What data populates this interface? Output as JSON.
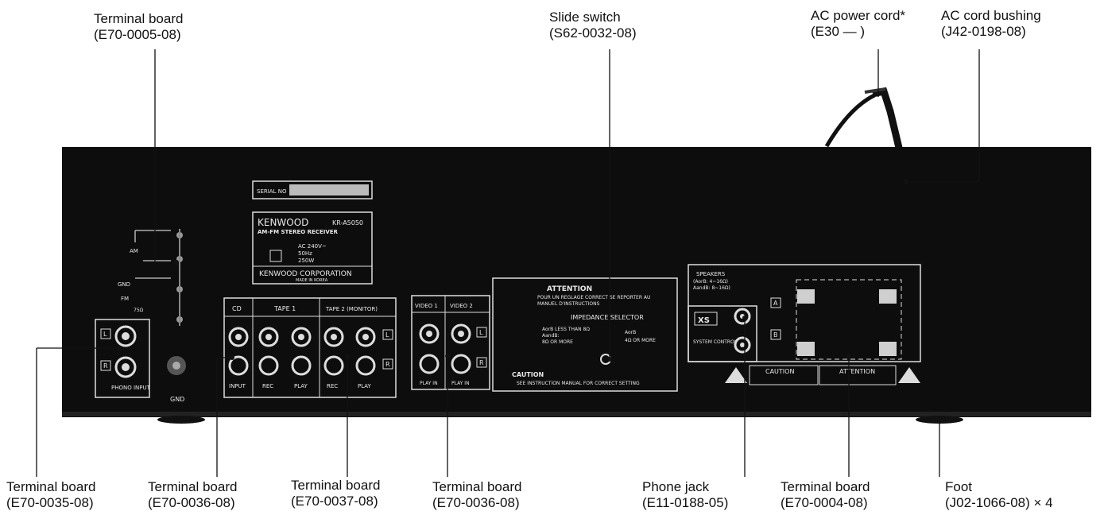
{
  "callouts": {
    "terminal_board_top": {
      "name": "Terminal board",
      "part": "(E70-0005-08)"
    },
    "slide_switch": {
      "name": "Slide switch",
      "part": "(S62-0032-08)"
    },
    "ac_power_cord": {
      "name": "AC power cord*",
      "part": "(E30 — )"
    },
    "ac_cord_bushing": {
      "name": "AC cord bushing",
      "part": "(J42-0198-08)"
    },
    "terminal_board_phono": {
      "name": "Terminal board",
      "part": "(E70-0035-08)"
    },
    "terminal_board_cd": {
      "name": "Terminal board",
      "part": "(E70-0036-08)"
    },
    "terminal_board_tape": {
      "name": "Terminal board",
      "part": "(E70-0037-08)"
    },
    "terminal_board_video": {
      "name": "Terminal board",
      "part": "(E70-0036-08)"
    },
    "phone_jack": {
      "name": "Phone jack",
      "part": "(E11-0188-05)"
    },
    "terminal_board_speakers": {
      "name": "Terminal board",
      "part": "(E70-0004-08)"
    },
    "foot": {
      "name": "Foot",
      "part": "(J02-1066-08) × 4"
    }
  },
  "panel": {
    "serial_label": "SERIAL NO",
    "brand": "KENWOOD",
    "model": "KR-A5050",
    "product": "AM-FM STEREO RECEIVER",
    "ac_rating": "AC 240V~",
    "freq": "50Hz",
    "watts": "250W",
    "corp": "KENWOOD CORPORATION",
    "made_in": "MADE IN KOREA",
    "am": "AM",
    "gnd": "GND",
    "fm": "FM",
    "fm_ohm": "75Ω",
    "phono_input": "PHONO INPUT",
    "cd": "CD",
    "tape1": "TAPE 1",
    "tape2": "TAPE 2 (MONITOR)",
    "input": "INPUT",
    "rec": "REC",
    "play": "PLAY",
    "video1": "VIDEO 1",
    "video2": "VIDEO 2",
    "play_in": "PLAY IN",
    "ch_l": "L",
    "ch_r": "R",
    "attention": "ATTENTION",
    "attention_text1": "POUR UN REGLAGE CORRECT SE REPORTER AU",
    "attention_text2": "MANUEL D'INSTRUCTIONS",
    "impedance": "IMPEDANCE SELECTOR",
    "imp_left1": "AorB LESS THAN 8Ω",
    "imp_left2": "AandB:",
    "imp_left3": "8Ω OR MORE",
    "imp_right1": "AorB",
    "imp_right2": "4Ω OR MORE",
    "caution": "CAUTION",
    "caution_text": "SEE INSTRUCTION MANUAL FOR CORRECT SETTING",
    "speakers": "SPEAKERS",
    "speakers_sub1": "(AorB: 4~16Ω)",
    "speakers_sub2": "AandB: 8~16Ω)",
    "xs": "XS",
    "system_control": "SYSTEM CONTROL",
    "spk_a": "A",
    "spk_b": "B",
    "warn_caution": "CAUTION",
    "warn_attention": "ATTENTION"
  }
}
